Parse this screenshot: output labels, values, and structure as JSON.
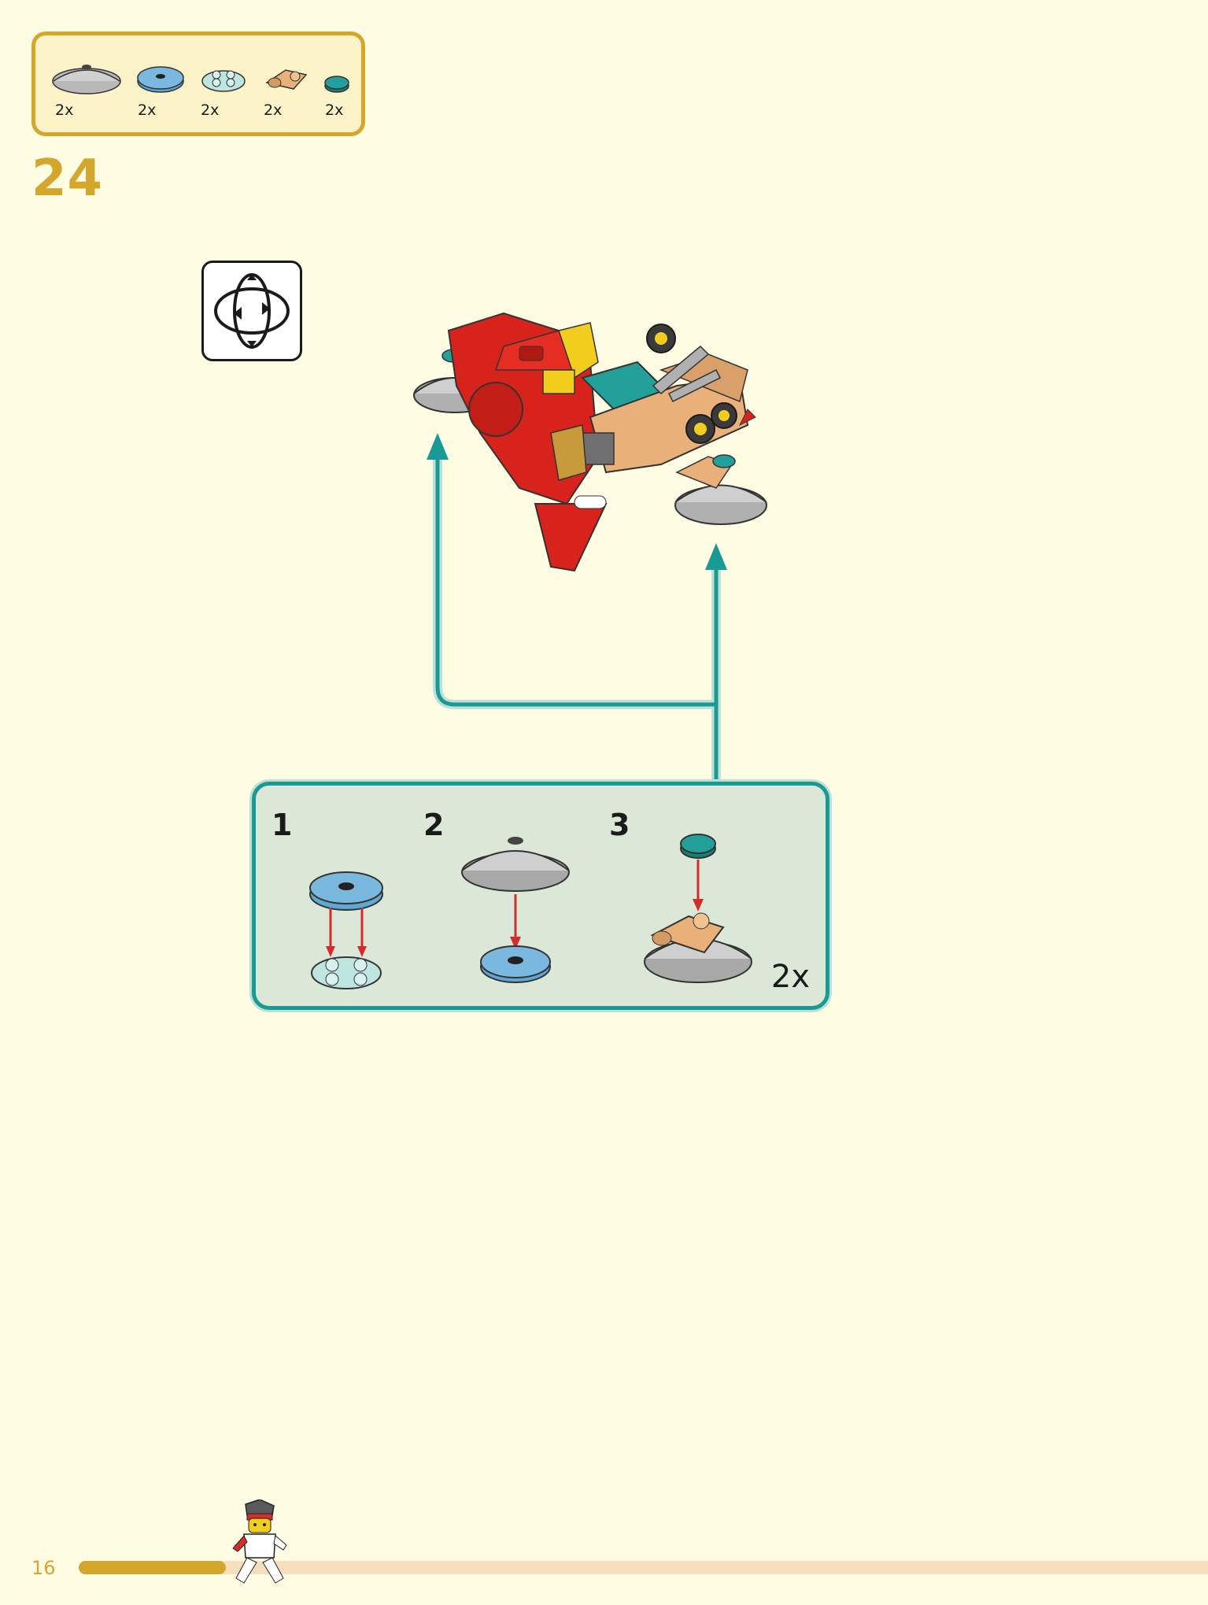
{
  "parts": [
    {
      "icon": "gray-dish-icon",
      "qty": "2x"
    },
    {
      "icon": "blue-round-tile-icon",
      "qty": "2x"
    },
    {
      "icon": "clear-round-plate-icon",
      "qty": "2x"
    },
    {
      "icon": "tan-clip-plate-icon",
      "qty": "2x"
    },
    {
      "icon": "teal-round-tile-icon",
      "qty": "2x"
    }
  ],
  "step": {
    "number": "24"
  },
  "rotate": {
    "icon": "rotate-model-icon"
  },
  "subassembly": {
    "multiplier": "2x",
    "steps": [
      {
        "number": "1"
      },
      {
        "number": "2"
      },
      {
        "number": "3"
      }
    ]
  },
  "footer": {
    "page_number": "16",
    "progress": 0.13
  },
  "colors": {
    "accent": "#d4a72c",
    "teal": "#1a9a94",
    "background": "#fefce3",
    "arrow_red": "#d62b2b"
  }
}
